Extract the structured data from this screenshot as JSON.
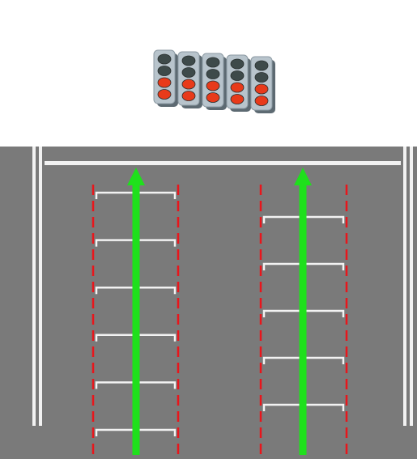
{
  "scene": {
    "description_icon": "traffic-light-array-icon",
    "colors": {
      "background": "#ffffff",
      "road": "#7a7a7a",
      "white_line": "#f2f2f2",
      "lane_boundary": "#e8161c",
      "arrow": "#1fe01c",
      "light_housing": "#b8c4cc",
      "light_dark": "#3e4a4a",
      "light_red": "#e83a1a"
    },
    "traffic_lights": {
      "count": 5,
      "lamps_per_head": 4,
      "lamp_states": [
        "dark",
        "dark",
        "red",
        "red"
      ]
    },
    "lanes": [
      {
        "name": "left-lane",
        "marker_count": 6,
        "arrow": "up"
      },
      {
        "name": "right-lane",
        "marker_count": 5,
        "arrow": "up"
      }
    ]
  }
}
